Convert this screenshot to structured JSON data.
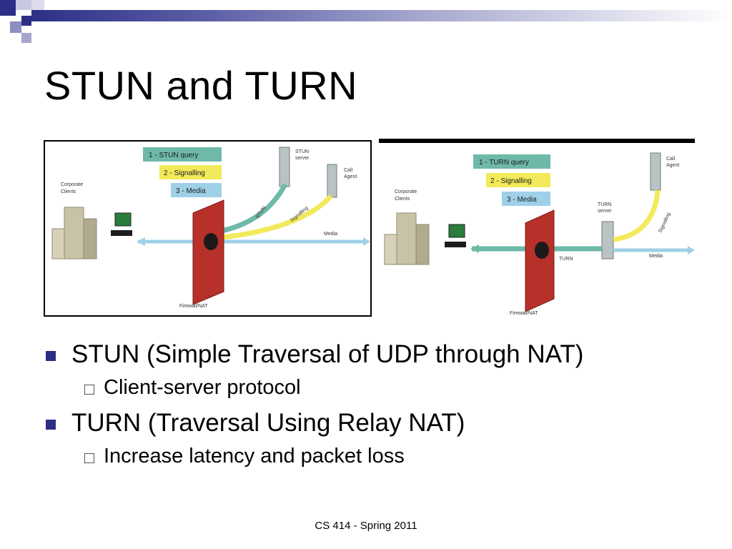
{
  "slide": {
    "title": "STUN and TURN",
    "footer": "CS 414 - Spring 2011",
    "accent_color": "#2d2f86",
    "bullets": [
      {
        "level": 1,
        "text": "STUN (Simple Traversal of UDP through NAT)"
      },
      {
        "level": 2,
        "text": "Client-server protocol"
      },
      {
        "level": 1,
        "text": "TURN (Traversal Using Relay NAT)"
      },
      {
        "level": 2,
        "text": "Increase latency and packet loss"
      }
    ]
  },
  "diagram_stun": {
    "legend": [
      "1 - STUN query",
      "2 - Signalling",
      "3 - Media"
    ],
    "clients_label": [
      "Corporate",
      "Clients"
    ],
    "server_label": [
      "STUN",
      "server"
    ],
    "agent_label": [
      "Call",
      "Agent"
    ],
    "path_labels": {
      "stun": "STUN",
      "signalling": "Signalling",
      "media": "Media"
    },
    "firewall_label": "Firewall/NAT",
    "colors": {
      "stun": "#6fb9a8",
      "signalling": "#f2ea5a",
      "media": "#9fd0e8",
      "wall": "#b8302a"
    }
  },
  "diagram_turn": {
    "legend": [
      "1 - TURN query",
      "2 - Signalling",
      "3 - Media"
    ],
    "clients_label": [
      "Corporate",
      "Clients"
    ],
    "server_label": [
      "TURN",
      "server"
    ],
    "agent_label": [
      "Call",
      "Agent"
    ],
    "path_labels": {
      "turn": "TURN",
      "signalling": "Signalling",
      "media": "Media"
    },
    "firewall_label": "Firewall/NAT",
    "colors": {
      "turn": "#6fb9a8",
      "signalling": "#f2ea5a",
      "media": "#9fd0e8",
      "wall": "#b8302a"
    }
  }
}
